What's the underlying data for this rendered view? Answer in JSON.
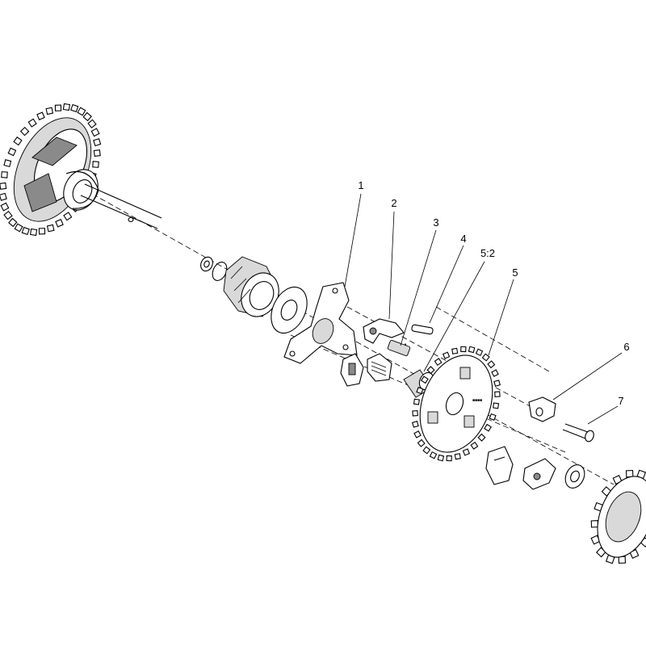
{
  "callouts": {
    "c1": "1",
    "c2": "2",
    "c3": "3",
    "c4": "4",
    "c5_2": "5:2",
    "c5": "5",
    "c6": "6",
    "c7": "7"
  },
  "colors": {
    "line": "#000000",
    "background": "#ffffff",
    "shading": "#d9d9d9"
  }
}
